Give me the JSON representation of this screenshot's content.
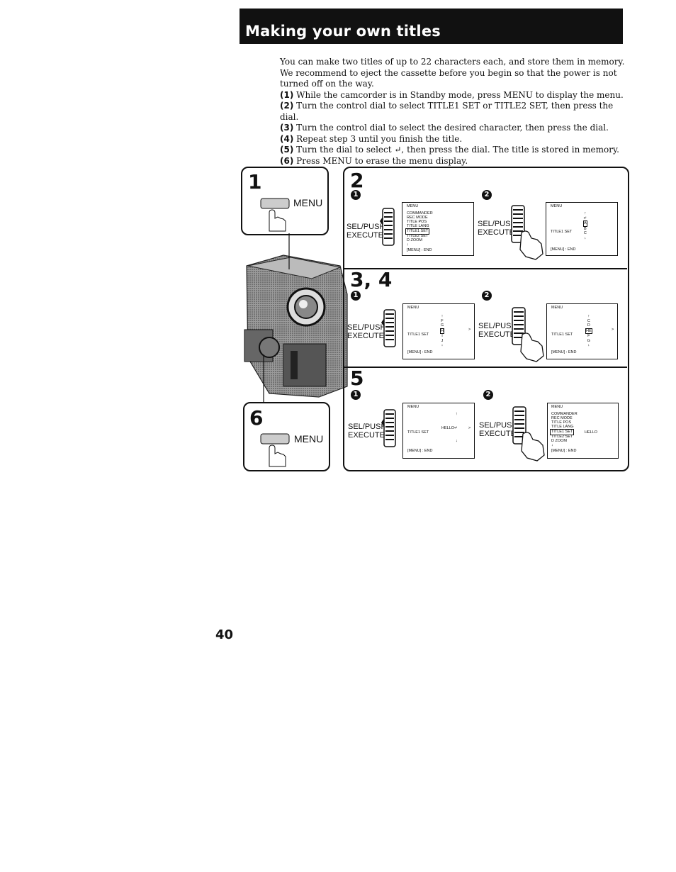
{
  "header": {
    "title": "Making your own titles"
  },
  "intro": {
    "p1": "You can make two titles of up to 22 characters each, and store them in memory.",
    "p2": "We recommend to eject the cassette before you begin so that the power is not turned off on the way.",
    "steps": [
      {
        "num": "(1)",
        "text": "While the camcorder is in Standby mode, press MENU to display the menu."
      },
      {
        "num": "(2)",
        "text": "Turn the control dial to select TITLE1 SET or TITLE2 SET, then press the dial."
      },
      {
        "num": "(3)",
        "text": "Turn the control dial to select the desired character, then press the dial."
      },
      {
        "num": "(4)",
        "text": "Repeat step 3 until you finish the title."
      },
      {
        "num": "(5)",
        "text": "Turn the dial to select ↵, then press the dial.  The title is stored in memory."
      },
      {
        "num": "(6)",
        "text": "Press MENU to erase the menu display."
      }
    ]
  },
  "panels": {
    "p1": {
      "num": "1",
      "button_label": "MENU"
    },
    "p6": {
      "num": "6",
      "button_label": "MENU"
    },
    "p2": {
      "num": "2"
    },
    "p34": {
      "num": "3, 4"
    },
    "p5": {
      "num": "5"
    }
  },
  "markers": {
    "one": "1",
    "two": "2"
  },
  "dial": {
    "line1": "SEL/PUSH",
    "line2": "EXECUTE"
  },
  "screens": {
    "s2a": [
      "MENU",
      "COMMANDER",
      "REC MODE",
      "TITLE POS",
      "TITLE LANG",
      "TITLE1 SET",
      "TITLE2 SET",
      "D ZOOM",
      "↓",
      "[MENU] : END"
    ],
    "s2b": {
      "menu": "MENU",
      "row": "TITLE1 SET",
      "end": "[MENU] : END",
      "chars": [
        "↑",
        "↵",
        "A",
        "B",
        "C",
        "↓"
      ]
    },
    "s3a": {
      "menu": "MENU",
      "row": "TITLE1 SET",
      "end": "[MENU] : END",
      "chars": [
        "↑",
        "F",
        "G",
        "H",
        "I",
        "J",
        "↓"
      ],
      "arrow": ">"
    },
    "s3b": {
      "menu": "MENU",
      "row": "TITLE1 SET",
      "end": "[MENU] : END",
      "chars": [
        "↑",
        "C",
        "D",
        "HE",
        "F",
        "G",
        "↓"
      ],
      "arrow": ">"
    },
    "s5a": {
      "menu": "MENU",
      "row": "TITLE1 SET",
      "value": "HELLO↵",
      "end": "[MENU] : END",
      "arrow": ">",
      "chars": [
        "↑",
        "↓"
      ]
    },
    "s5b": {
      "menu": "MENU",
      "items": [
        "COMMANDER",
        "REC MODE",
        "TITLE POS",
        "TITLE LANG",
        "TITLE1 SET",
        "TITLE2 SET",
        "D ZOOM",
        "↓",
        "[MENU] : END"
      ],
      "value": "HELLO"
    }
  },
  "footer": {
    "page_number": "40"
  },
  "colors": {
    "ink": "#111111",
    "paper": "#ffffff",
    "camera": "#555555"
  }
}
